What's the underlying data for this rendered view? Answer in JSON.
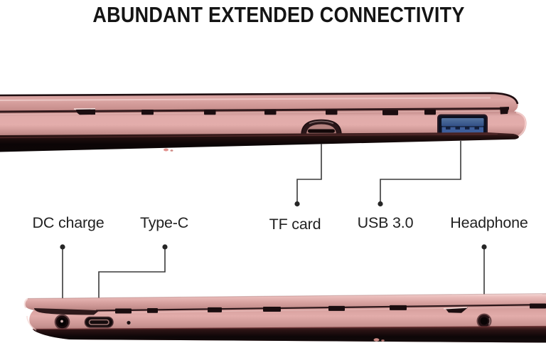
{
  "title": "ABUNDANT EXTENDED CONNECTIVITY",
  "labels": {
    "dc_charge": "DC charge",
    "type_c": "Type-C",
    "tf_card": "TF card",
    "usb_3_0": "USB 3.0",
    "headphone": "Headphone"
  },
  "colors": {
    "background": "#ffffff",
    "laptop_body_pink": "#d79e9c",
    "laptop_edge_dark": "#1b0d10",
    "usb_port_blue": "#3e5e9b",
    "callout_line": "#3a3a3a",
    "label_text": "#222222",
    "title_text": "#141414"
  }
}
